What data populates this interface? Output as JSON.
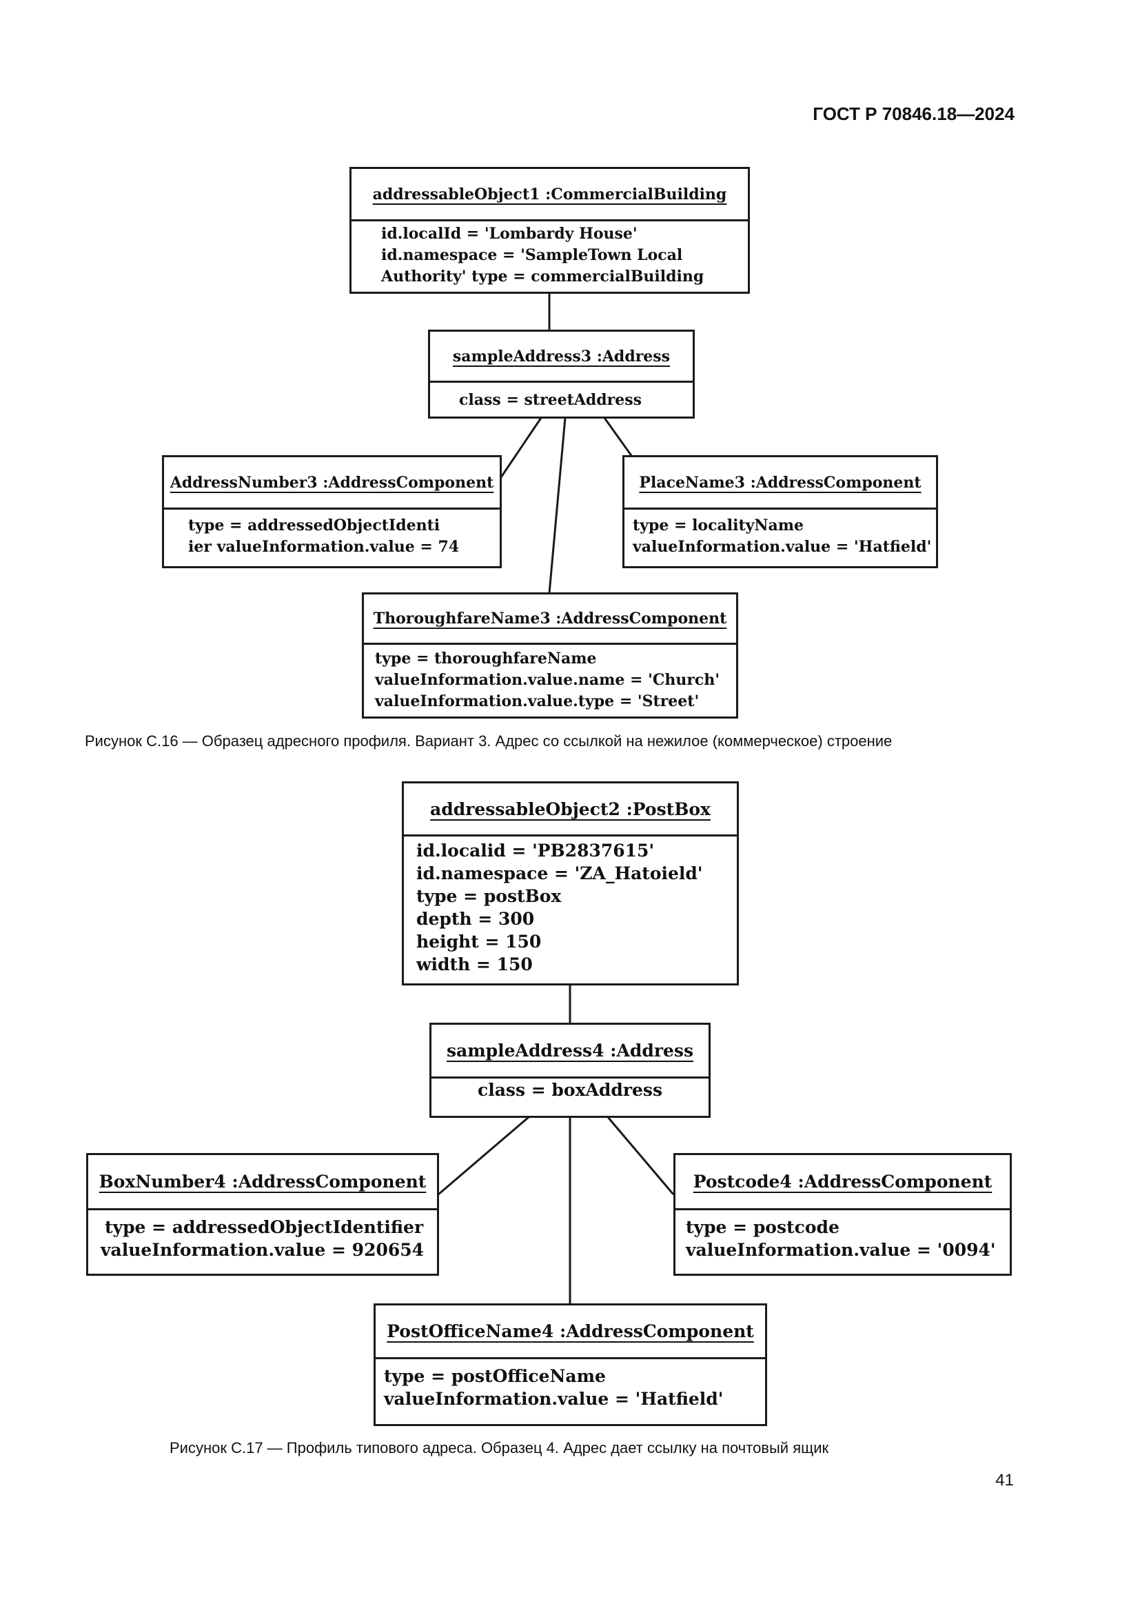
{
  "header": {
    "code": "ГОСТ Р 70846.18—2024"
  },
  "figure16": {
    "obj": {
      "title": "addressableObject1 :CommercialBuilding",
      "lines": [
        "id.localId = 'Lombardy House'",
        "id.namespace = 'SampleTown Local",
        "Authority' type = commercialBuilding"
      ]
    },
    "addr": {
      "title": "sampleAddress3 :Address",
      "lines": [
        "class = streetAddress"
      ]
    },
    "num": {
      "title": "AddressNumber3 :AddressComponent",
      "lines": [
        "type = addressedObjectIdenti",
        "ier valueInformation.value = 74"
      ]
    },
    "place": {
      "title": "PlaceName3 :AddressComponent",
      "lines": [
        "type = localityName",
        "valueInformation.value = 'Hatfield'"
      ]
    },
    "thor": {
      "title": "ThoroughfareName3 :AddressComponent",
      "lines": [
        "type = thoroughfareName",
        "valueInformation.value.name = 'Church'",
        "valueInformation.value.type = 'Street'"
      ]
    },
    "caption": "Рисунок С.16 — Образец адресного профиля. Вариант 3. Адрес со ссылкой на нежилое (коммерческое) строение"
  },
  "figure17": {
    "obj": {
      "title": "addressableObject2 :PostBox",
      "lines": [
        "id.localid = 'PB2837615'",
        "id.namespace = 'ZA_Hatoield'",
        "type = postBox",
        "depth = 300",
        "height = 150",
        "width = 150"
      ]
    },
    "addr": {
      "title": "sampleAddress4 :Address",
      "lines": [
        "class = boxAddress"
      ]
    },
    "box": {
      "title": "BoxNumber4 :AddressComponent",
      "lines": [
        "type = addressedObjectIdentifier",
        "valueInformation.value = 920654"
      ]
    },
    "post": {
      "title": "Postcode4 :AddressComponent",
      "lines": [
        "type = postcode",
        "valueInformation.value = '0094'"
      ]
    },
    "office": {
      "title": "PostOfficeName4 :AddressComponent",
      "lines": [
        "type = postOfficeName",
        "valueInformation.value = 'Hatfield'"
      ]
    },
    "caption": "Рисунок С.17 — Профиль типового адреса. Образец 4. Адрес дает ссылку на почтовый ящик"
  },
  "page_number": "41"
}
